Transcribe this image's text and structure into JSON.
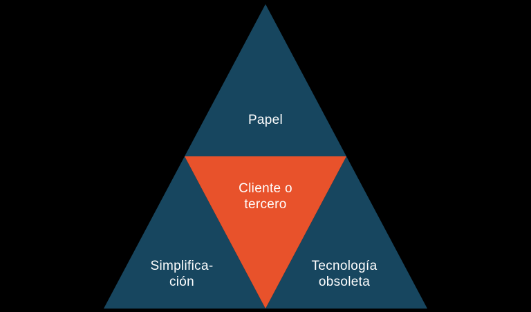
{
  "diagram": {
    "background_color": "#000000",
    "colors": {
      "navy": "#17465f",
      "orange": "#e8522b",
      "text": "#ffffff"
    },
    "sections": {
      "top": {
        "label": "Papel",
        "lines": {
          "0": "Papel"
        }
      },
      "center": {
        "label": "Cliente o tercero",
        "lines": {
          "0": "Cliente o",
          "1": "tercero"
        }
      },
      "bottom_left": {
        "label": "Simplificación",
        "lines": {
          "0": "Simplifica-",
          "1": "ción"
        }
      },
      "bottom_right": {
        "label": "Tecnología obsoleta",
        "lines": {
          "0": "Tecnología",
          "1": "obsoleta"
        }
      }
    }
  }
}
